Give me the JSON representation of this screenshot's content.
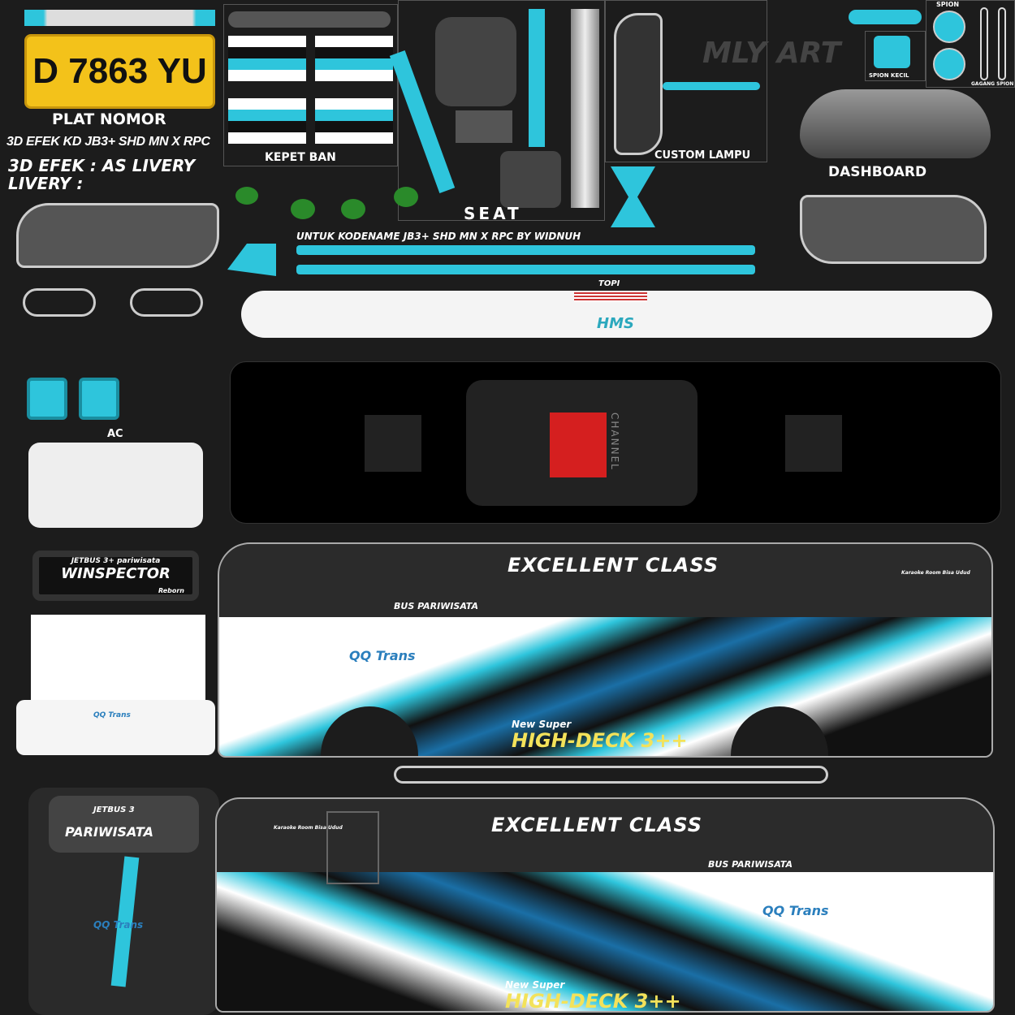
{
  "plate": {
    "number": "D 7863 YU",
    "label": "PLAT NOMOR"
  },
  "credits": {
    "line1": "3D EFEK KD JB3+ SHD MN X RPC",
    "line2": "3D EFEK : AS LIVERY",
    "line3": "LIVERY :"
  },
  "labels": {
    "kepet_ban": "KEPET BAN",
    "seat": "SEAT",
    "custom_lampu": "CUSTOM LAMPU",
    "dashboard": "DASHBOARD",
    "spion": "SPION",
    "spion_kecil": "SPION KECIL",
    "gagang_spion": "GAGANG SPION",
    "ac": "AC",
    "topi": "TOPI",
    "hms": "HMS",
    "channel": "CHANNEL"
  },
  "watermark": "MLY ART",
  "kodename": "UNTUK KODENAME JB3+ SHD MN X RPC BY WIDNUH",
  "front": {
    "brand": "JETBUS 3+",
    "sub": "pariwisata",
    "title": "WINSPECTOR",
    "reborn": "Reborn",
    "operator": "QQ Trans"
  },
  "rear": {
    "brand": "JETBUS 3",
    "title": "PARIWISATA",
    "operator": "QQ Trans"
  },
  "side": {
    "class": "EXCELLENT CLASS",
    "type": "BUS PARIWISATA",
    "operator": "QQ Trans",
    "model_pre": "New Super",
    "model": "HIGH-DECK 3++",
    "karaoke": "Karaoke Room Bisa Udud"
  },
  "colors": {
    "accent": "#2ec5dc",
    "background": "#1c1c1c",
    "plate": "#f3c21a"
  }
}
